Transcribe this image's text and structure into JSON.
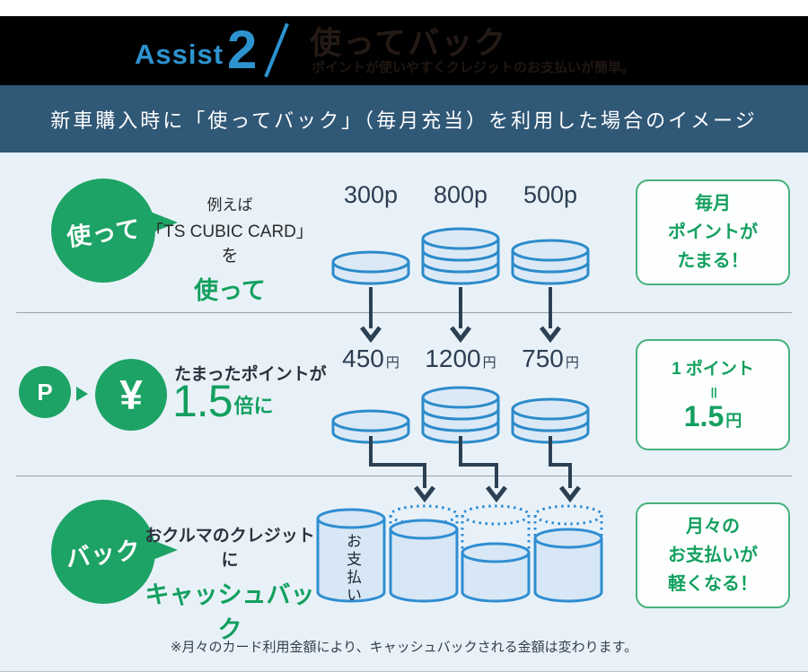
{
  "header": {
    "assist_label": "Assist",
    "assist_number": "2",
    "title": "使ってバック",
    "subtitle": "ポイントが使いやすくクレジットのお支払いが簡単。"
  },
  "banner": {
    "text": "新車購入時に「使ってバック」（毎月充当）を利用した場合のイメージ"
  },
  "row_use": {
    "bubble_label": "使って",
    "example_line1": "例えば",
    "example_line2": "「TS CUBIC CARD」を",
    "example_line3": "使って",
    "point_labels": [
      "300p",
      "800p",
      "500p"
    ],
    "benefit_box": {
      "line1": "毎月",
      "line2": "ポイントが",
      "line3": "たまる！"
    }
  },
  "row_convert": {
    "p_label": "P",
    "yen_label": "¥",
    "caption": "たまったポイントが",
    "multiplier": "1.5",
    "multiplier_suffix": "倍に",
    "amounts": [
      {
        "value": "450",
        "unit": "円"
      },
      {
        "value": "1200",
        "unit": "円"
      },
      {
        "value": "750",
        "unit": "円"
      }
    ],
    "rate_box": {
      "line1": "1 ポイント",
      "equals": "＝",
      "value": "1.5",
      "unit": "円"
    }
  },
  "row_back": {
    "bubble_label": "バック",
    "caption_line1": "おクルマのクレジットに",
    "caption_line2": "キャッシュバック",
    "barrel_label": "お支払い",
    "benefit_box": {
      "line1": "月々の",
      "line2": "お支払いが",
      "line3": "軽くなる！"
    }
  },
  "footnote": "※月々のカード利用金額により、キャッシュバックされる金額は変わります。",
  "colors": {
    "green": "#1da365",
    "banner_navy": "#305877",
    "accent_blue": "#2d93cf",
    "coin_blue": "#2c8bca",
    "background": "#e9f1f8",
    "arrow_dark": "#2b4053"
  }
}
